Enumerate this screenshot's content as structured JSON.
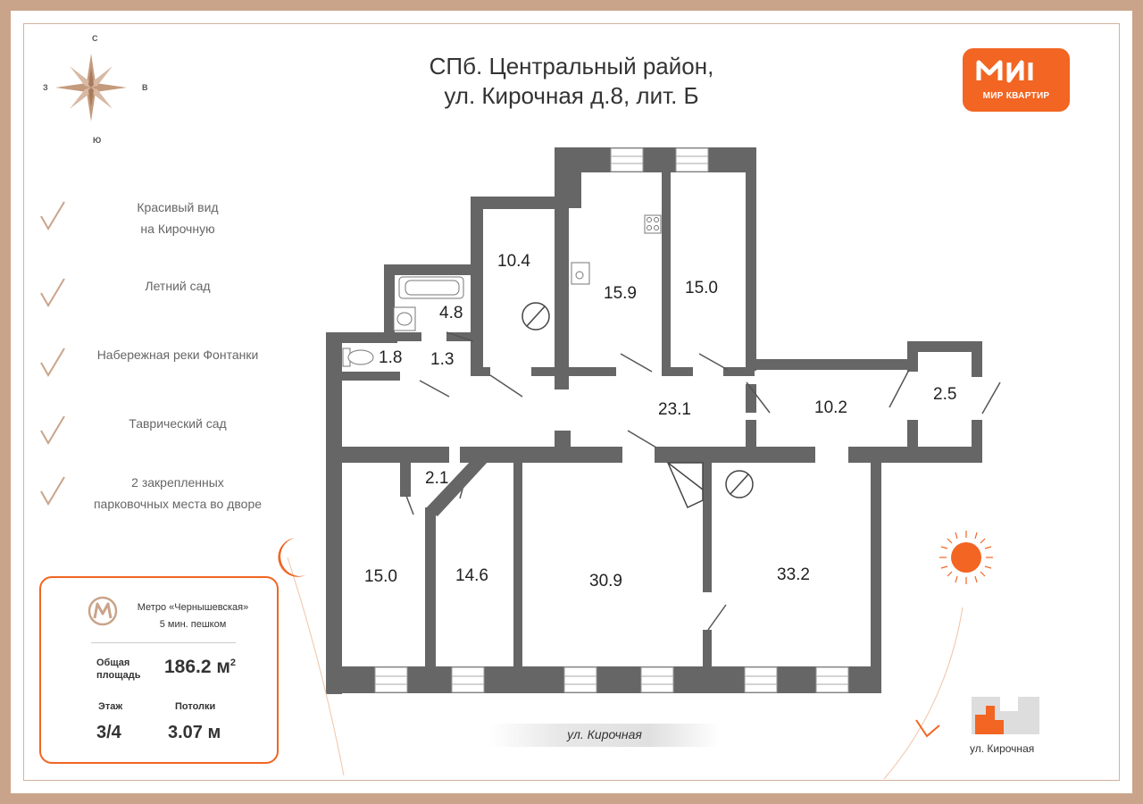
{
  "title": {
    "line1": "СПб. Центральный район,",
    "line2": "ул. Кирочная д.8, лит. Б"
  },
  "logo": {
    "text": "МИР КВАРТИР",
    "color": "#f26522"
  },
  "compass": {
    "north": "С",
    "south": "Ю",
    "west": "З",
    "east": "В"
  },
  "features": [
    {
      "line1": "Красивый вид",
      "line2": "на Кирочную"
    },
    {
      "line1": "Летний сад",
      "line2": ""
    },
    {
      "line1": "Набережная реки Фонтанки",
      "line2": ""
    },
    {
      "line1": "Таврический сад",
      "line2": ""
    },
    {
      "line1": "2 закрепленных",
      "line2": "парковочных места во дворе"
    }
  ],
  "info": {
    "metro_name": "Метро «Чернышевская»",
    "metro_walk": "5 мин. пешком",
    "area_label_1": "Общая",
    "area_label_2": "площадь",
    "area_value": "186.2 м",
    "area_unit_sup": "2",
    "floor_label": "Этаж",
    "floor_value": "3/4",
    "ceiling_label": "Потолки",
    "ceiling_value": "3.07 м"
  },
  "rooms": [
    {
      "id": "r10_4",
      "label": "10.4"
    },
    {
      "id": "r15_9",
      "label": "15.9"
    },
    {
      "id": "r15_0_top",
      "label": "15.0"
    },
    {
      "id": "r4_8",
      "label": "4.8"
    },
    {
      "id": "r1_8",
      "label": "1.8"
    },
    {
      "id": "r1_3",
      "label": "1.3"
    },
    {
      "id": "r23_1",
      "label": "23.1"
    },
    {
      "id": "r10_2",
      "label": "10.2"
    },
    {
      "id": "r2_5",
      "label": "2.5"
    },
    {
      "id": "r2_1",
      "label": "2.1"
    },
    {
      "id": "r15_0_bot",
      "label": "15.0"
    },
    {
      "id": "r14_6",
      "label": "14.6"
    },
    {
      "id": "r30_9",
      "label": "30.9"
    },
    {
      "id": "r33_2",
      "label": "33.2"
    }
  ],
  "street": {
    "main": "ул. Кирочная",
    "mini": "ул. Кирочная"
  },
  "colors": {
    "accent": "#f26522",
    "frame": "#c9a48a",
    "wall": "#666666",
    "compass": "#c49a7c"
  }
}
